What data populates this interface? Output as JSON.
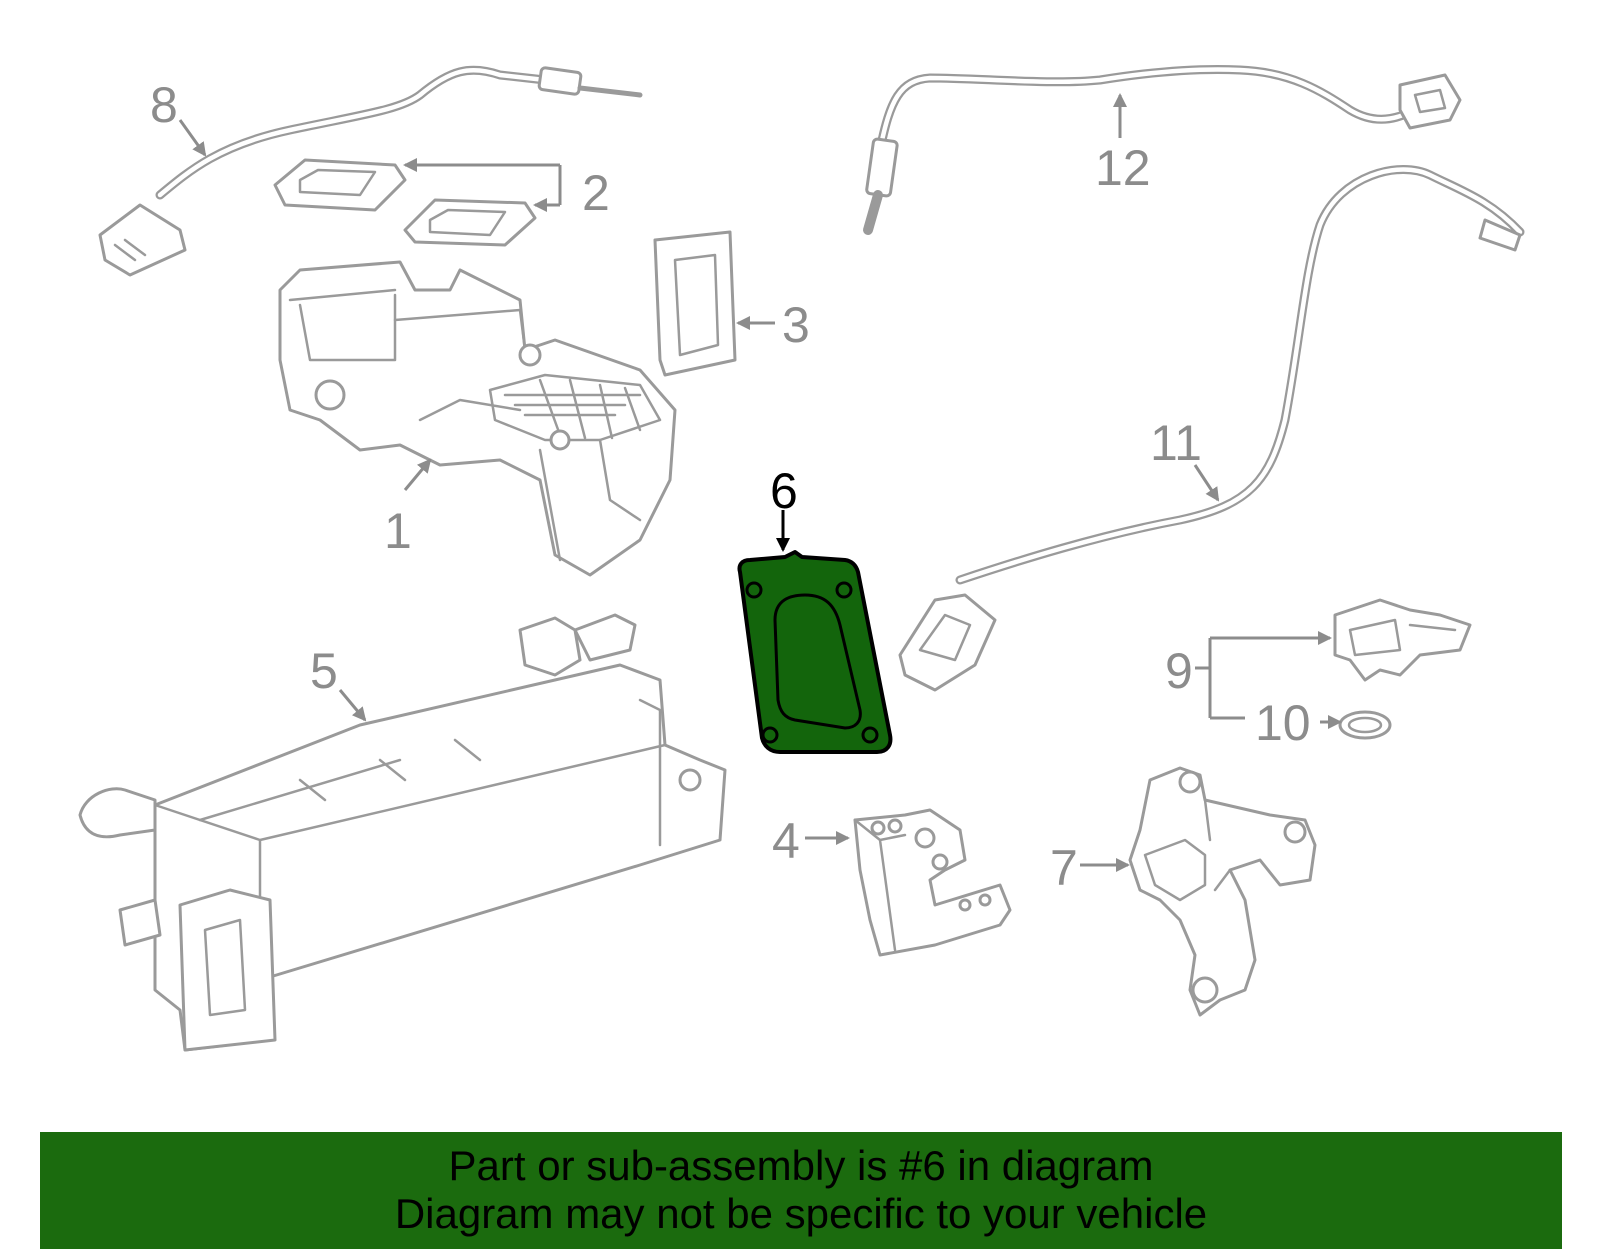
{
  "callouts": {
    "c1": "1",
    "c2": "2",
    "c3": "3",
    "c4": "4",
    "c5": "5",
    "c6": "6",
    "c7": "7",
    "c8": "8",
    "c9": "9",
    "c10": "10",
    "c11": "11",
    "c12": "12"
  },
  "highlight": {
    "part_number": "6",
    "fill_color": "#13650c",
    "stroke_color": "#000000"
  },
  "banner": {
    "line1": "Part or sub-assembly is #6 in diagram",
    "line2": "Diagram may not be specific to your vehicle",
    "background_color": "#1b6b0e"
  }
}
